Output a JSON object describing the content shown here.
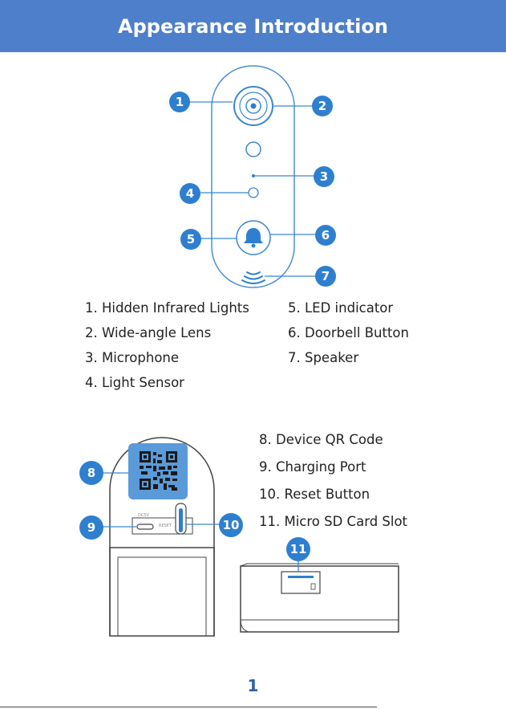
{
  "header": {
    "title": "Appearance Introduction"
  },
  "front_legend": {
    "left": [
      "1. Hidden Infrared Lights",
      "2. Wide-angle Lens",
      "3. Microphone",
      "4. Light Sensor"
    ],
    "right": [
      "5. LED indicator",
      "6. Doorbell Button",
      "7. Speaker"
    ]
  },
  "back_legend": [
    "8. Device QR Code",
    "9. Charging Port",
    "10. Reset Button",
    "11. Micro SD Card Slot"
  ],
  "callouts": [
    "1",
    "2",
    "3",
    "4",
    "5",
    "6",
    "7",
    "8",
    "9",
    "10",
    "11"
  ],
  "port_labels": {
    "charging": "DC5V",
    "reset": "RESET"
  },
  "page_number": "1",
  "colors": {
    "header": "#4d7fcb",
    "accent": "#2e7fd0",
    "line_art": "#444444"
  }
}
